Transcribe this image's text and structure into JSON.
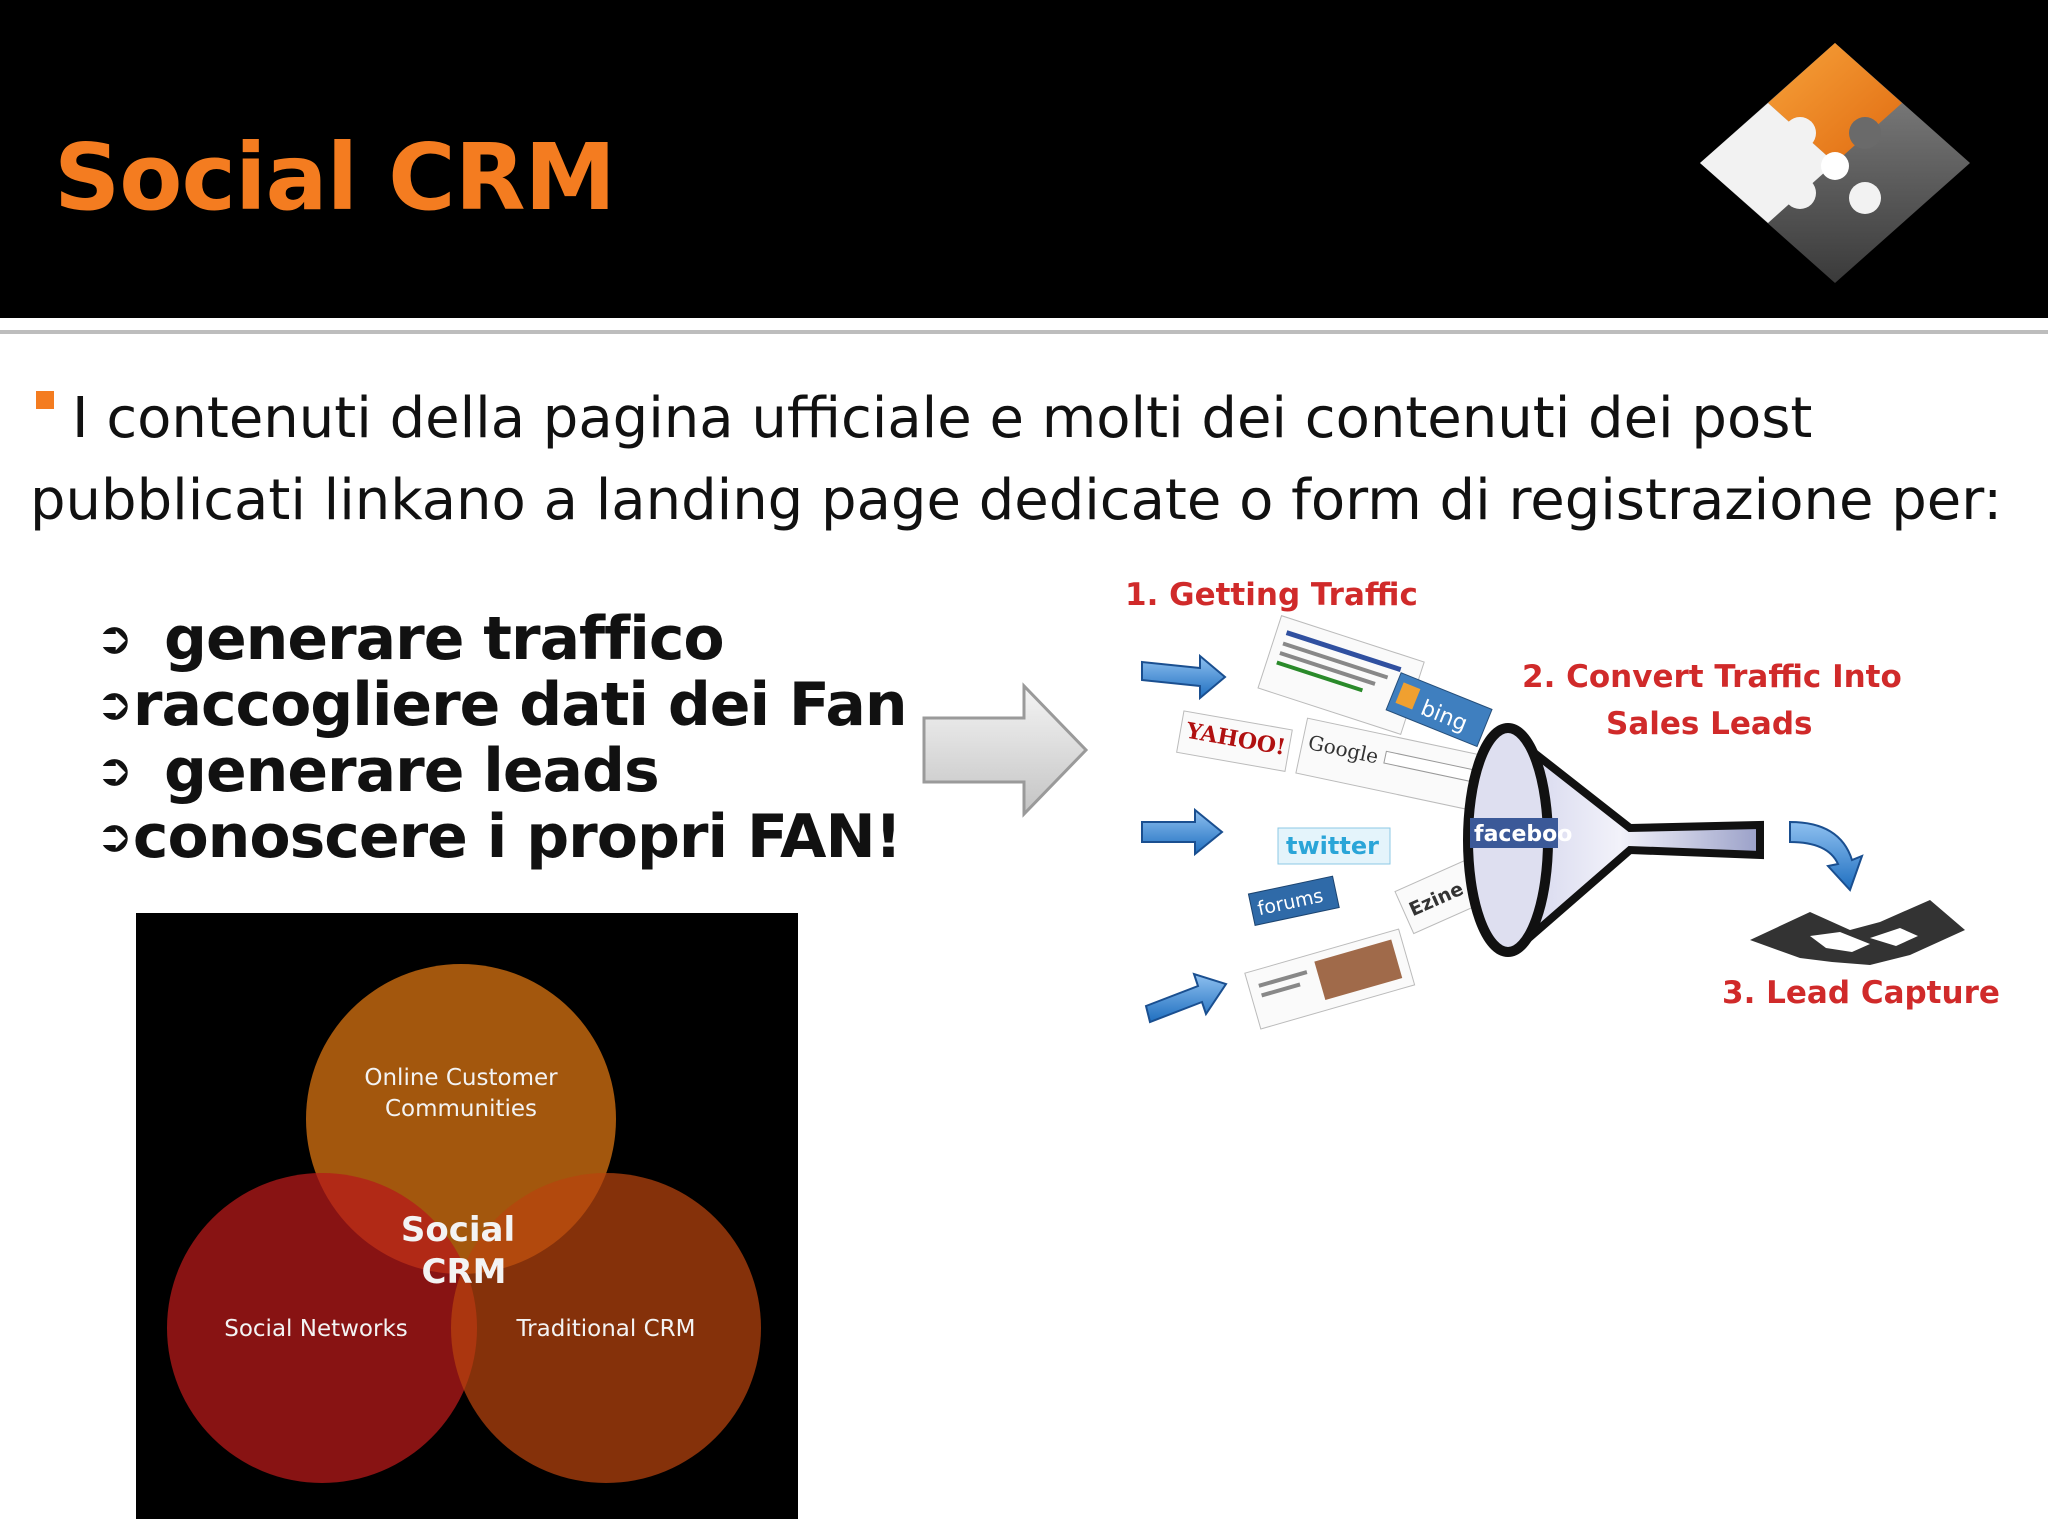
{
  "slide": {
    "title": "Social CRM",
    "intro": "I contenuti della pagina ufficiale e molti dei contenuti dei post pubblicati linkano a landing page dedicate o form di registrazione per:",
    "bullets": [
      "generare traffico",
      "raccogliere dati dei Fan",
      "generare leads",
      "conoscere i propri FAN!"
    ],
    "bullet_glyph": "➲",
    "accent_color": "#f47c20"
  },
  "venn": {
    "top": "Online Customer Communities",
    "top_line1": "Online Customer",
    "top_line2": "Communities",
    "left": "Social Networks",
    "right": "Traditional CRM",
    "center_line1": "Social",
    "center_line2": "CRM"
  },
  "funnel": {
    "step1": "1. Getting Traffic",
    "step2_line1": "2. Convert Traffic Into",
    "step2_line2": "Sales Leads",
    "step3": "3. Lead Capture",
    "sources": [
      "YAHOO!",
      "Google",
      "bing",
      "twitter",
      "faceboo",
      "forums",
      "Ezine @rticles"
    ]
  }
}
